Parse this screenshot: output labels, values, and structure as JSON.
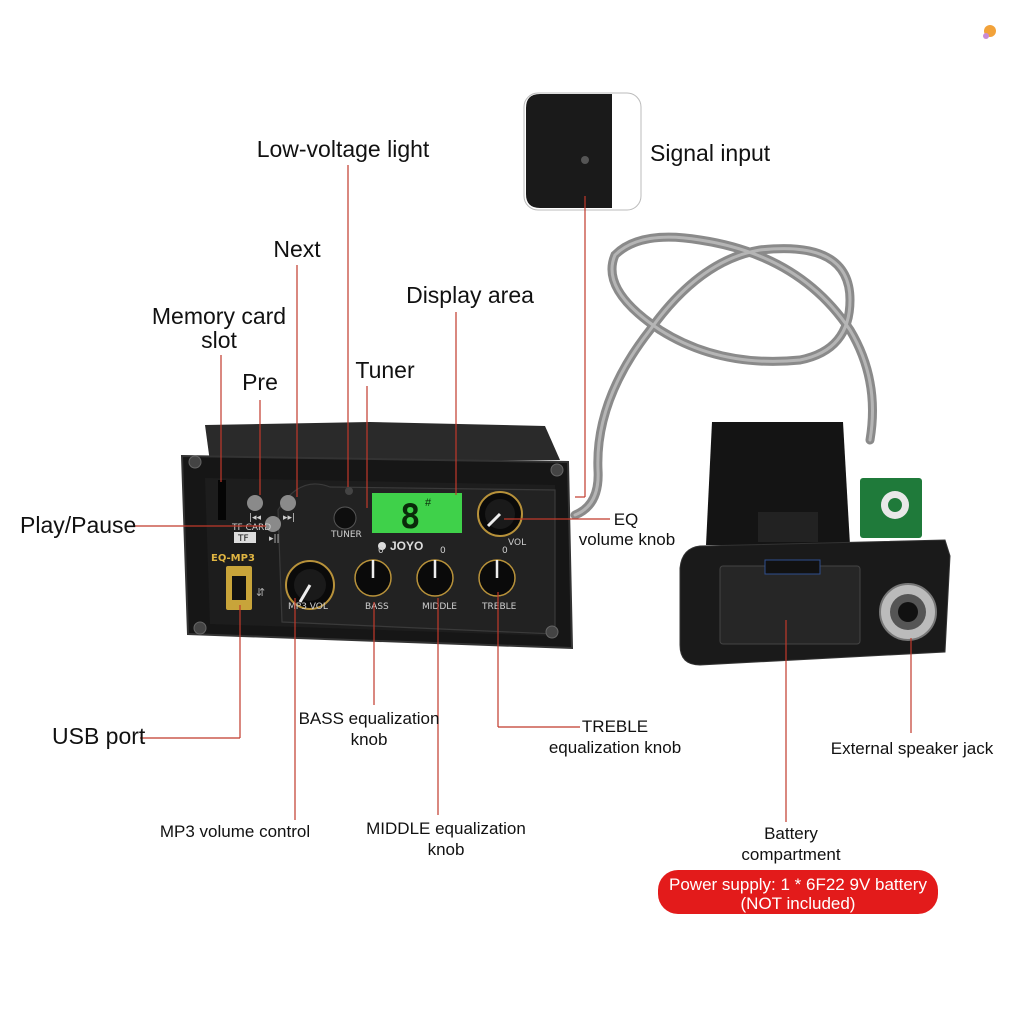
{
  "labels": {
    "low_voltage_light": "Low-voltage light",
    "signal_input": "Signal input",
    "next": "Next",
    "display_area": "Display area",
    "memory_card_slot_l1": "Memory card",
    "memory_card_slot_l2": "slot",
    "tuner": "Tuner",
    "pre": "Pre",
    "play_pause": "Play/Pause",
    "eq_volume_l1": "EQ",
    "eq_volume_l2": "volume knob",
    "usb_port": "USB port",
    "bass_l1": "BASS equalization",
    "bass_l2": "knob",
    "treble_l1": "TREBLE",
    "treble_l2": "equalization knob",
    "external_speaker_jack": "External speaker jack",
    "mp3_volume": "MP3 volume control",
    "middle_l1": "MIDDLE equalization",
    "middle_l2": "knob",
    "battery_l1": "Battery",
    "battery_l2": "compartment"
  },
  "power_badge": {
    "line1": "Power supply: 1 * 6F22 9V battery",
    "line2": "(NOT included)",
    "color": "#e31b1b"
  },
  "panel_print": {
    "brand": "JOYO",
    "model": "EQ-MP3",
    "tf_card": "TF CARD",
    "tf": "TF",
    "tuner_btn": "TUNER",
    "lcd_char": "8",
    "knob_mp3": "MP3 VOL",
    "knob_bass": "BASS",
    "knob_middle": "MIDDLE",
    "knob_treble": "TREBLE",
    "knob_vol": "VOL"
  },
  "colors": {
    "leader": "#c0392b",
    "panel": "#1b1b1b",
    "lcd": "#3fd14a"
  }
}
